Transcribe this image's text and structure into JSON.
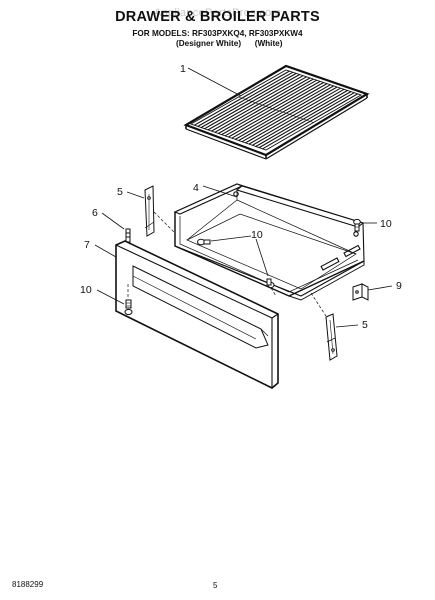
{
  "header": {
    "watermark": "AppliancePartsPros.com",
    "title": "DRAWER & BROILER PARTS",
    "models_line": "FOR MODELS: RF303PXKQ4, RF303PXKW4",
    "variant_1": "(Designer White)",
    "variant_2": "(White)"
  },
  "callouts": {
    "c1": "1",
    "c4": "4",
    "c5a": "5",
    "c6": "6",
    "c7": "7",
    "c10a": "10",
    "c10b": "10",
    "c10c": "10",
    "c9": "9",
    "c5b": "5"
  },
  "footer": {
    "doc_number": "8188299",
    "page_number": "5"
  }
}
